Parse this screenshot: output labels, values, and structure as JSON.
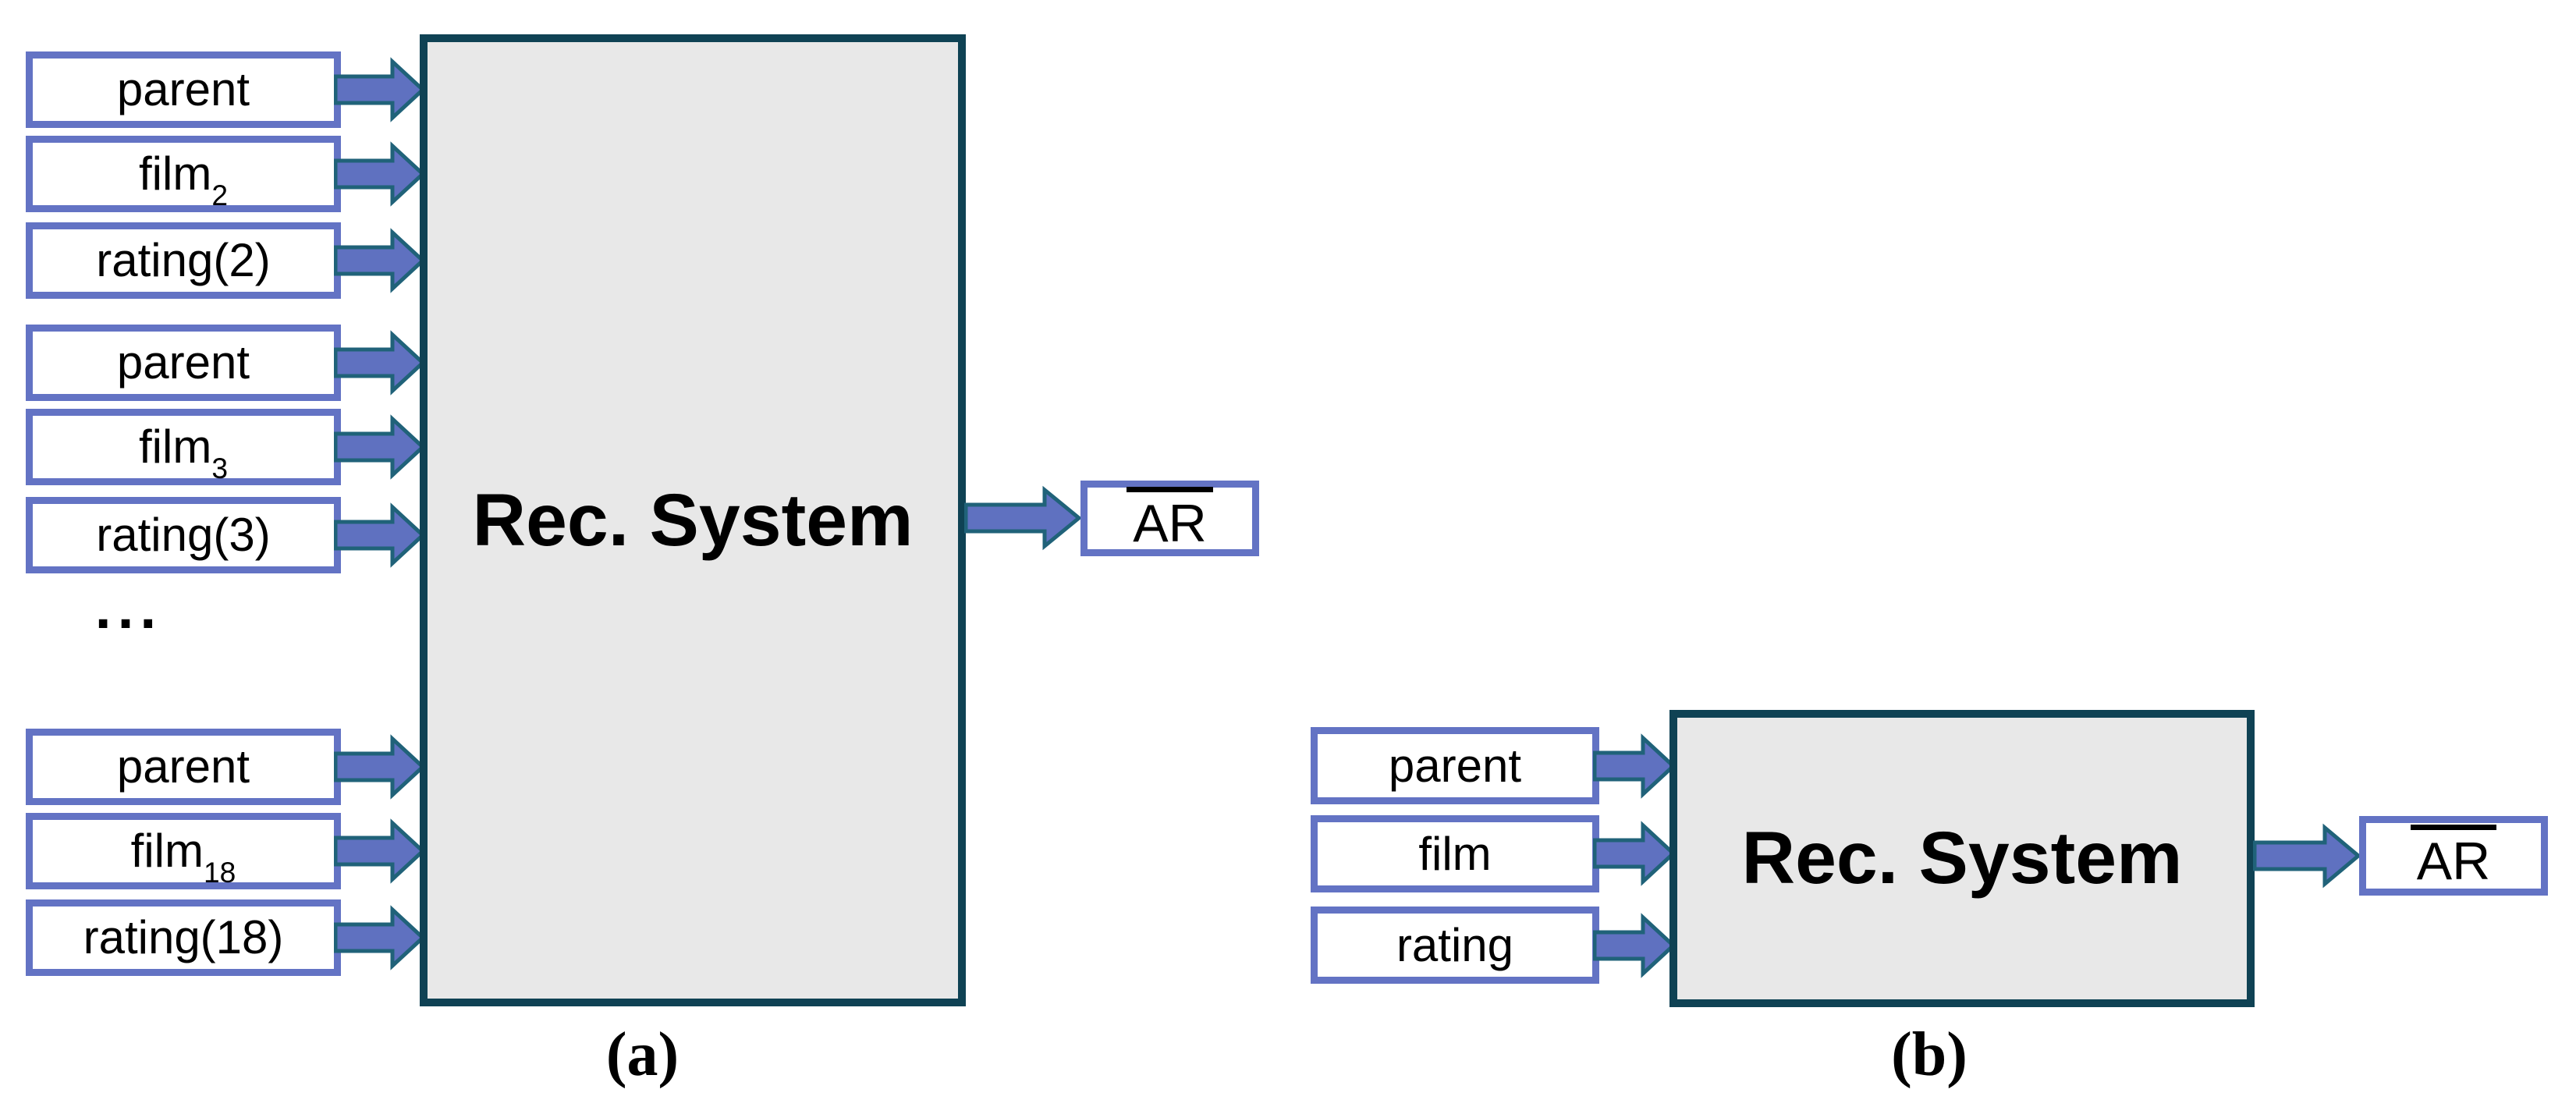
{
  "panel_a": {
    "system_label": "Rec. System",
    "output_label": "AR",
    "caption": "(a)",
    "ellipsis": "...",
    "inputs": [
      {
        "text": "parent",
        "sub": ""
      },
      {
        "text": "film",
        "sub": "2"
      },
      {
        "text": "rating(2)",
        "sub": ""
      },
      {
        "text": "parent",
        "sub": ""
      },
      {
        "text": "film",
        "sub": "3"
      },
      {
        "text": "rating(3)",
        "sub": ""
      },
      {
        "text": "parent",
        "sub": ""
      },
      {
        "text": "film",
        "sub": "18"
      },
      {
        "text": "rating(18)",
        "sub": ""
      }
    ]
  },
  "panel_b": {
    "system_label": "Rec. System",
    "output_label": "AR",
    "caption": "(b)",
    "inputs": [
      {
        "text": "parent",
        "sub": ""
      },
      {
        "text": "film",
        "sub": ""
      },
      {
        "text": "rating",
        "sub": ""
      }
    ]
  },
  "colors": {
    "accent_blue": "#6373C4",
    "arrow_fill": "#5F71C0",
    "arrow_outline": "#206279",
    "box_border_teal": "#0F4254",
    "box_fill_gray": "#E8E8E8"
  }
}
